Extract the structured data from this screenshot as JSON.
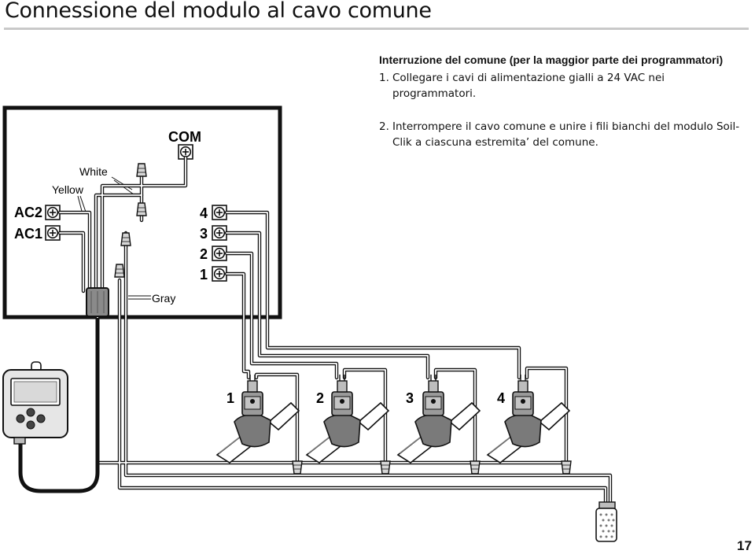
{
  "page": {
    "title": "Connessione del modulo al cavo comune",
    "number": "17"
  },
  "instructions": {
    "heading": "Interruzione del comune (per la maggior parte dei programmatori)",
    "steps": [
      {
        "num": "1.",
        "text": "Collegare i cavi di alimentazione gialli a 24 VAC nei programmatori."
      },
      {
        "num": "2.",
        "text": "Interrompere il cavo comune e unire i fili bianchi del modulo Soil-Clik a ciascuna estremita’ del comune."
      }
    ]
  },
  "diagram": {
    "com_label": "COM",
    "wire_labels": {
      "white": "White",
      "yellow": "Yellow",
      "gray": "Gray"
    },
    "ac_terminals": [
      "AC2",
      "AC1"
    ],
    "station_terminals": [
      "4",
      "3",
      "2",
      "1"
    ],
    "valve_labels": [
      "1",
      "2",
      "3",
      "4"
    ]
  }
}
